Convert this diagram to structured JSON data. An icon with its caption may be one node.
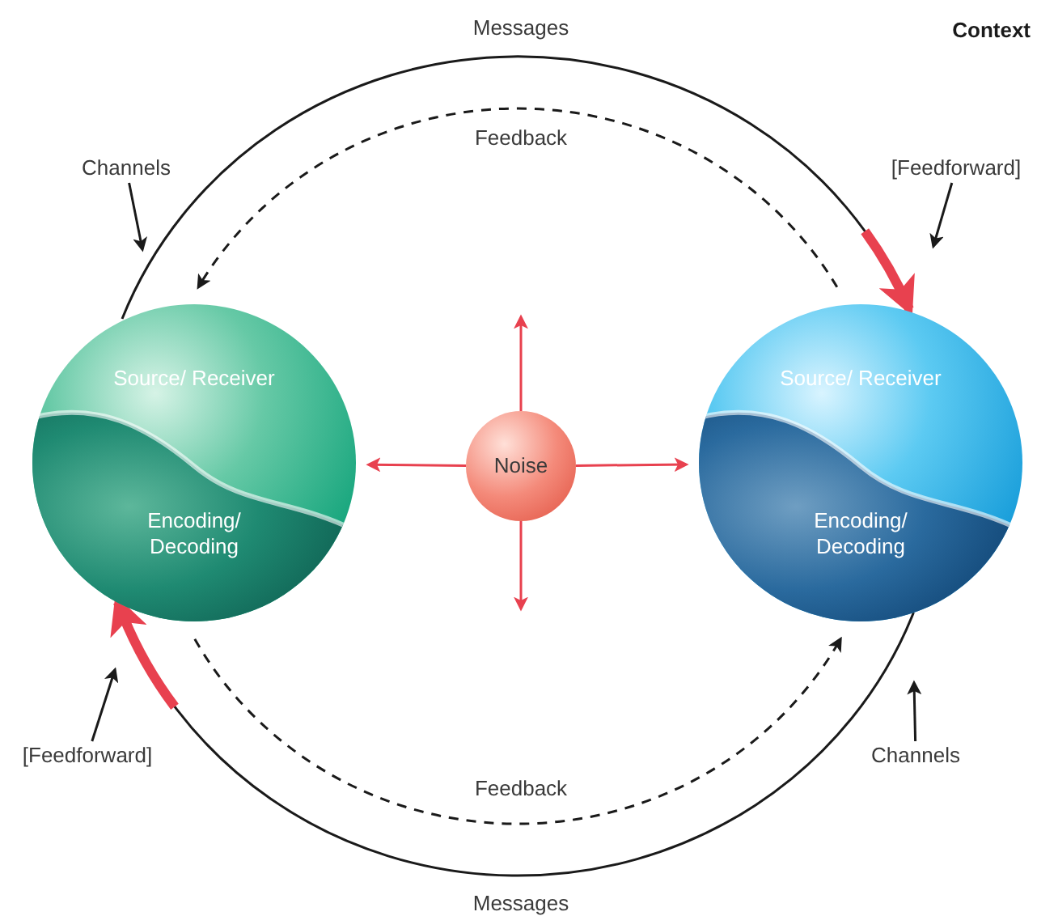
{
  "diagram": {
    "nodes": [
      {
        "text": [
          "Source/ Receiver",
          "Encoding/ Decoding"
        ]
      },
      {
        "text": [
          "Source/ Receiver",
          "Encoding/ Decoding"
        ]
      },
      {
        "text": [
          "Noise"
        ]
      },
      {
        "text": [
          "Channels"
        ]
      },
      {
        "text": [
          "[Feedforward]"
        ]
      },
      {
        "text": [
          "[Feedforward]"
        ]
      },
      {
        "text": [
          "Channels"
        ]
      }
    ],
    "edges": [
      {
        "from": 0,
        "to": 1,
        "arrow": "none",
        "label": "Messages"
      },
      {
        "from": 1,
        "to": 0,
        "arrow": "to",
        "style": "dashed",
        "label": "Feedback"
      },
      {
        "from": 0,
        "to": 1,
        "arrow": "none",
        "label": "Messages"
      },
      {
        "from": 0,
        "to": 1,
        "arrow": "to",
        "style": "dashed",
        "label": "Feedback"
      },
      {
        "from": 2,
        "to": null,
        "arrow": "to",
        "color": "#e8414f"
      },
      {
        "from": 2,
        "to": 0,
        "arrow": "to",
        "color": "#e8414f"
      },
      {
        "from": 2,
        "to": 1,
        "arrow": "to",
        "color": "#e8414f"
      },
      {
        "from": 2,
        "to": null,
        "arrow": "to",
        "color": "#e8414f"
      },
      {
        "from": 3,
        "to": null,
        "arrow": "to"
      },
      {
        "from": 4,
        "to": null,
        "arrow": "to"
      },
      {
        "from": null,
        "to": 1,
        "arrow": "to",
        "style": "thick",
        "color": "#e8414f"
      },
      {
        "from": 5,
        "to": null,
        "arrow": "to"
      },
      {
        "from": null,
        "to": 0,
        "arrow": "to",
        "style": "thick",
        "color": "#e8414f"
      },
      {
        "from": 6,
        "to": null,
        "arrow": "to"
      }
    ],
    "labels": [
      "Context"
    ]
  }
}
